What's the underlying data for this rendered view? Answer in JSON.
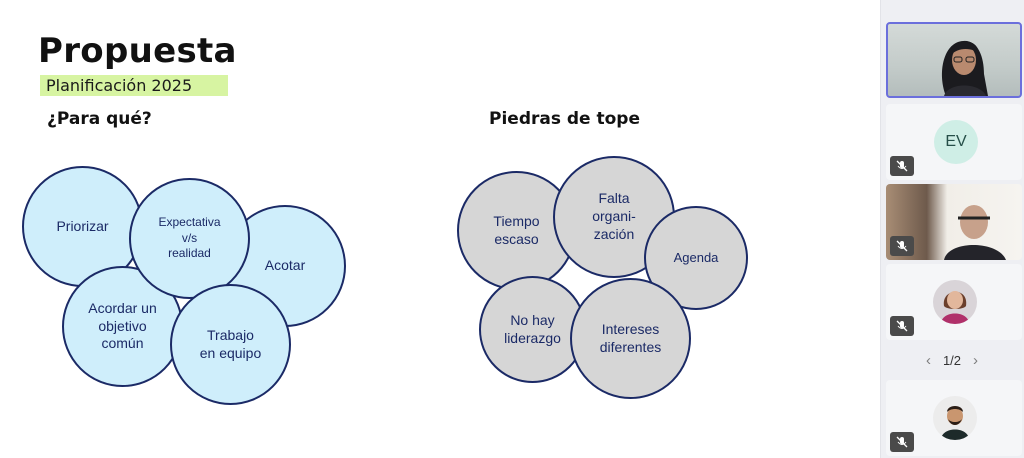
{
  "slide": {
    "title": "Propuesta",
    "subtitle": "Planificación 2025",
    "sections": {
      "left": {
        "heading": "¿Para qué?",
        "bubbles": [
          "Priorizar",
          "Expectativa\nv/s\nrealidad",
          "Acotar",
          "Acordar un\nobjetivo\ncomún",
          "Trabajo\nen equipo"
        ]
      },
      "right": {
        "heading": "Piedras de tope",
        "bubbles": [
          "Tiempo\nescaso",
          "Falta\norgani-\nzación",
          "Agenda",
          "No hay\nliderazgo",
          "Intereses\ndiferentes"
        ]
      }
    }
  },
  "participants": {
    "initials": "EV",
    "pagination": "1/2",
    "tiles": [
      {
        "type": "video",
        "active": true,
        "muted": false
      },
      {
        "type": "initials",
        "muted": true
      },
      {
        "type": "video",
        "muted": true
      },
      {
        "type": "avatar",
        "muted": true
      },
      {
        "type": "avatar",
        "muted": true
      }
    ],
    "icons": [
      "mic-off-icon",
      "chevron-left-icon",
      "chevron-right-icon"
    ]
  },
  "colors": {
    "bubble_blue": "#cfeefb",
    "bubble_gray": "#d6d6d6",
    "bubble_border": "#1b2a66",
    "subtitle_highlight": "#d7f4a2",
    "active_tile_border": "#6b6fdc"
  }
}
